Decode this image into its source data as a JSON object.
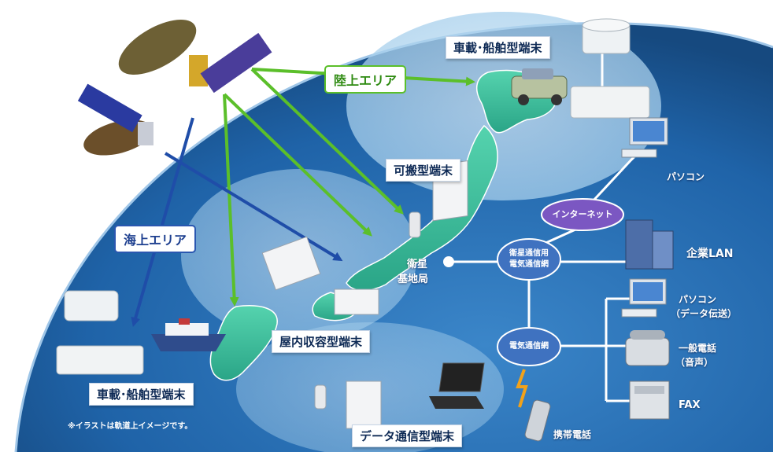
{
  "labels": {
    "land_area": "陸上エリア",
    "sea_area": "海上エリア",
    "vehicle_terminal_top": "車載･船舶型端末",
    "vehicle_terminal_bottom": "車載･船舶型端末",
    "portable_terminal": "可搬型端末",
    "indoor_terminal": "屋内収容型端末",
    "data_terminal": "データ通信型端末",
    "pc_top": "パソコン",
    "internet": "インターネット",
    "corporate_lan": "企業LAN",
    "pc_data_line1": "パソコン",
    "pc_data_line2": "（データ伝送）",
    "phone_line1": "一般電話",
    "phone_line2": "（音声）",
    "fax": "FAX",
    "mobile_phone": "携帯電話",
    "base_station_line1": "衛星",
    "base_station_line2": "基地局",
    "sat_network_line1": "衛星通信用",
    "sat_network_line2": "電気通信網",
    "telecom_network": "電気通信網",
    "footnote": "※イラストは軌道上イメージです。"
  },
  "colors": {
    "land_arrow": "#5bbf2a",
    "sea_arrow": "#1f4da8",
    "ocean": "#1f63a8",
    "japan_land": "#3dbf9e",
    "network_bubble": "#3f72c0",
    "line": "#ffffff"
  },
  "icons": [
    "satellite-icon",
    "car-icon",
    "ship-icon",
    "antenna-icon",
    "pc-icon",
    "building-icon",
    "phone-icon",
    "fax-icon",
    "mobile-phone-icon",
    "laptop-icon"
  ]
}
